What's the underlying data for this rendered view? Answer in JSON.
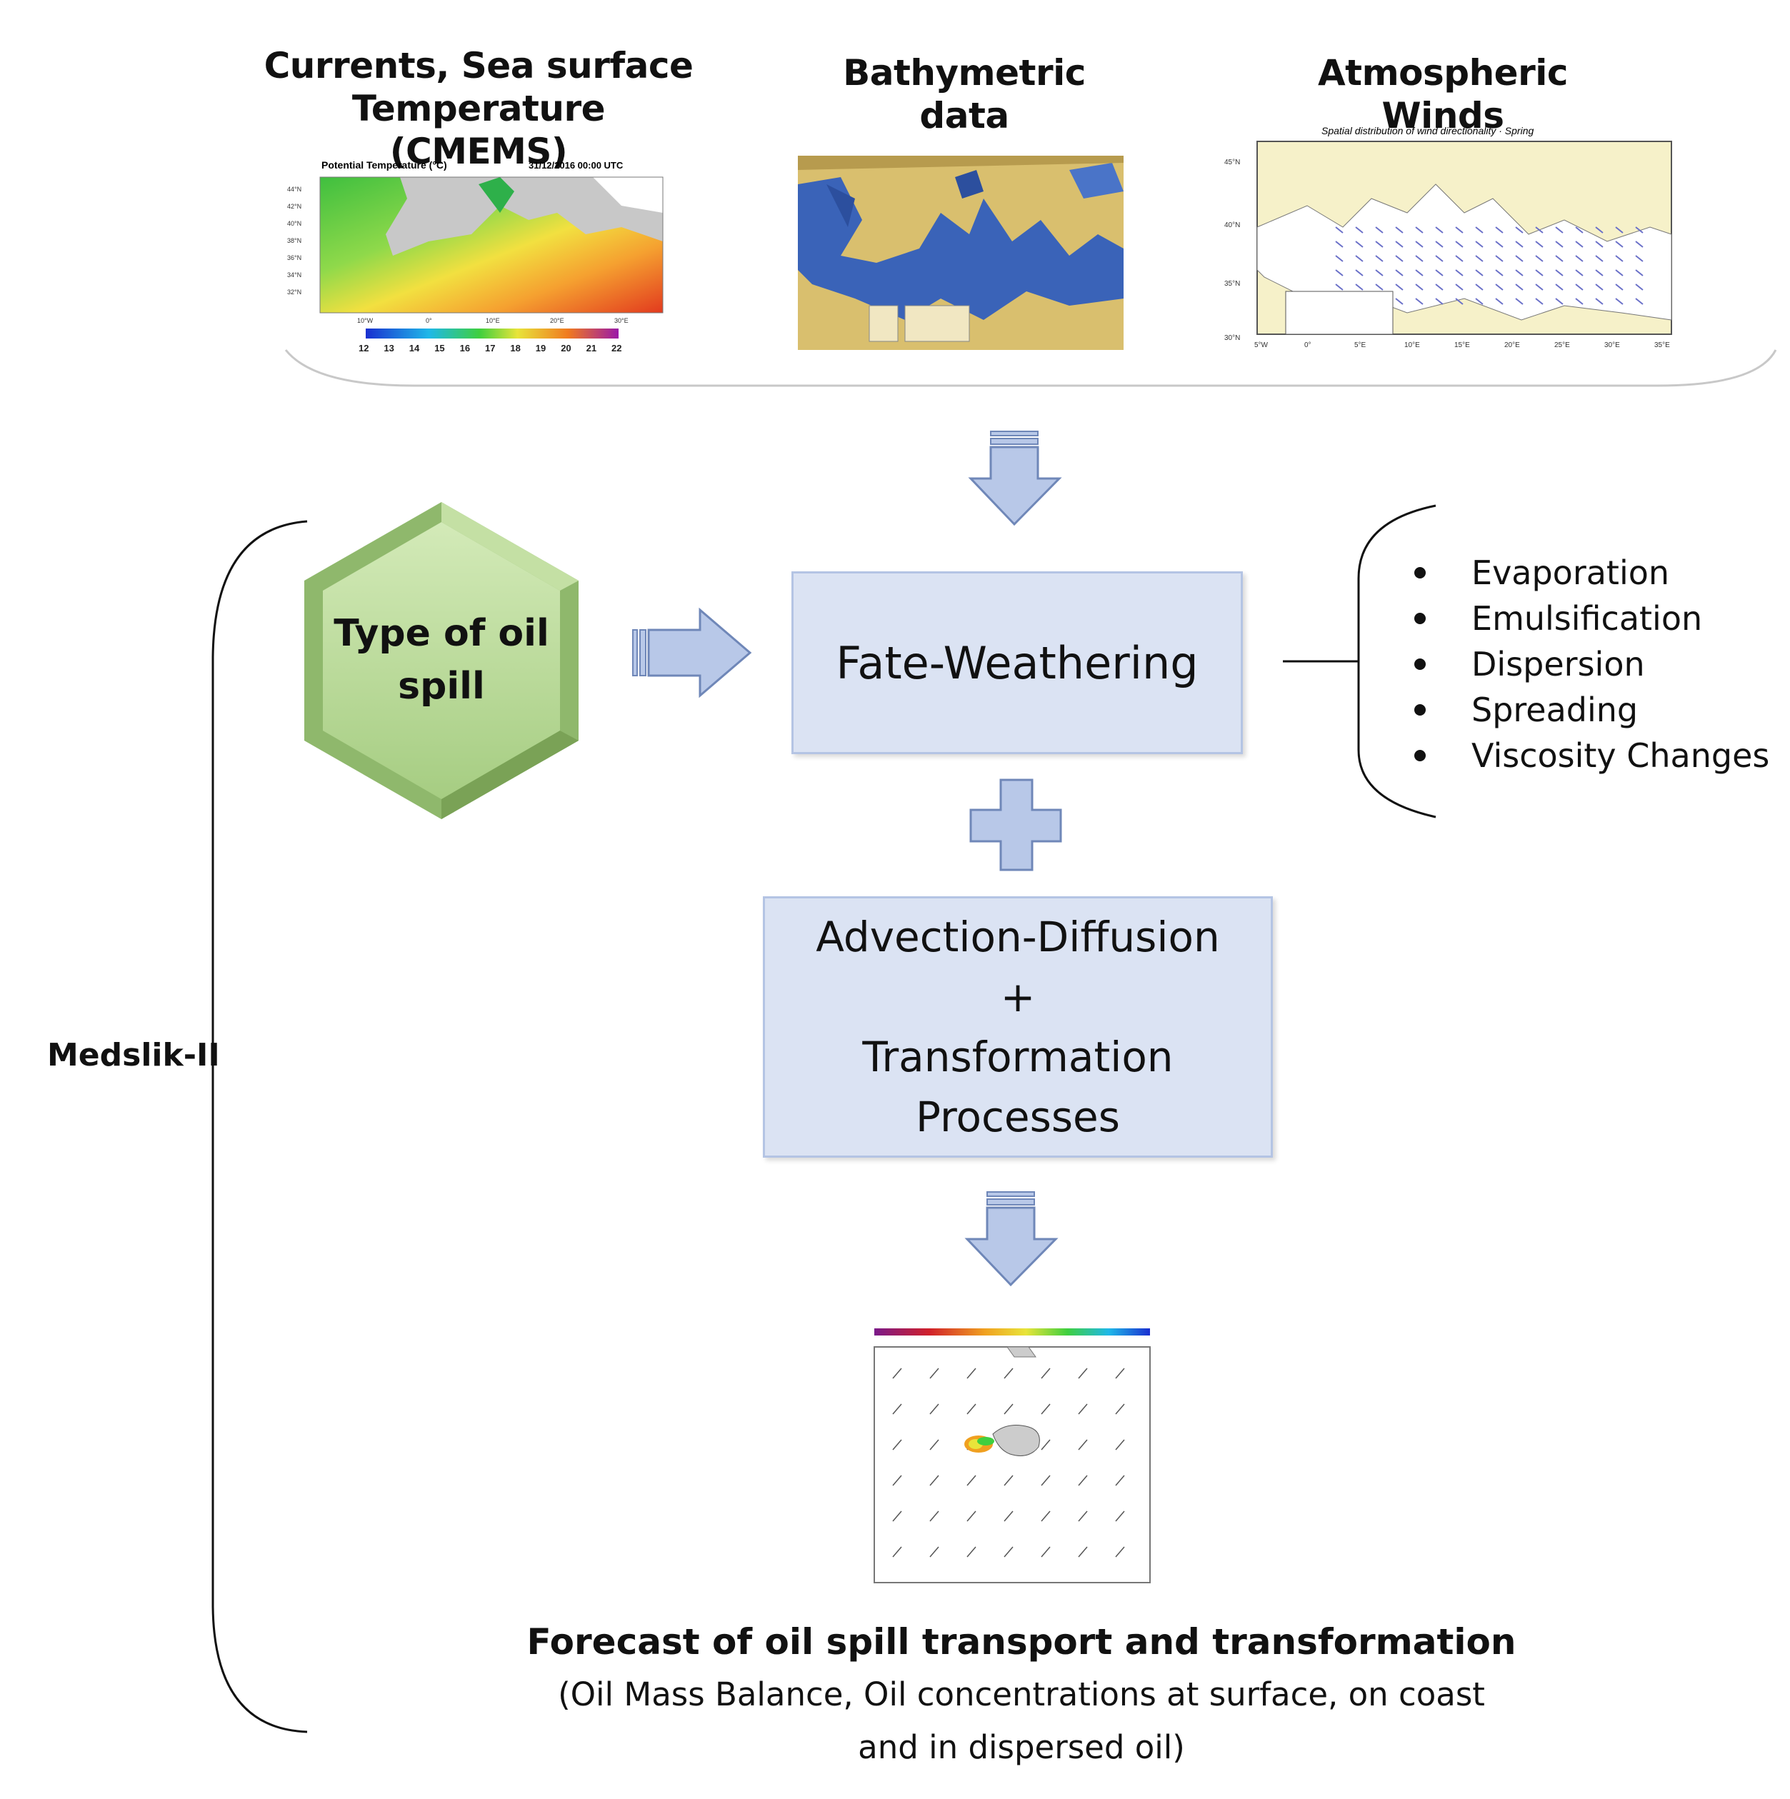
{
  "inputs": {
    "currents_title_line1": "Currents, Sea surface Temperature",
    "currents_title_line2": "(CMEMS)",
    "bathymetric_title": "Bathymetric data",
    "winds_title": "Atmospheric Winds",
    "sst_map": {
      "header_left": "Potential Temperature (°C)",
      "header_right": "31/12/2016 00:00 UTC",
      "lat_ticks": [
        "44°N",
        "42°N",
        "40°N",
        "38°N",
        "36°N",
        "34°N",
        "32°N"
      ],
      "lon_ticks": [
        "10°W",
        "0°",
        "10°E",
        "20°E",
        "30°E"
      ],
      "colorbar_ticks": [
        "12",
        "13",
        "14",
        "15",
        "16",
        "17",
        "18",
        "19",
        "20",
        "21",
        "22"
      ]
    },
    "wind_map": {
      "header": "Spatial distribution of wind directionality · Spring",
      "lat_ticks": [
        "45°N",
        "40°N",
        "35°N",
        "30°N"
      ],
      "lon_ticks": [
        "5°W",
        "0°",
        "5°E",
        "10°E",
        "15°E",
        "20°E",
        "25°E",
        "30°E",
        "35°E"
      ]
    }
  },
  "oil_type": {
    "line1": "Type of oil",
    "line2": "spill"
  },
  "fate_box": {
    "label": "Fate-Weathering"
  },
  "weathering_processes": [
    "Evaporation",
    "Emulsification",
    "Dispersion",
    "Spreading",
    "Viscosity Changes"
  ],
  "advection_box": {
    "line1": "Advection-Diffusion",
    "line2": "+",
    "line3": "Transformation",
    "line4": "Processes"
  },
  "model_label": "Medslik-II",
  "forecast": {
    "title": "Forecast of oil spill transport and transformation",
    "subtitle_line1": "(Oil Mass Balance, Oil concentrations at surface, on coast",
    "subtitle_line2": "and in dispersed oil)"
  },
  "colors": {
    "arrow_fill": "#b8c8e8",
    "arrow_stroke": "#6f87b8",
    "box_fill": "#dbe3f3",
    "hexagon_fill": "#b9d89a",
    "hexagon_edge": "#8db86a"
  },
  "icons": {
    "down_arrow": "block-down-arrow-icon",
    "right_arrow": "block-right-arrow-icon",
    "plus": "plus-shape-icon"
  }
}
